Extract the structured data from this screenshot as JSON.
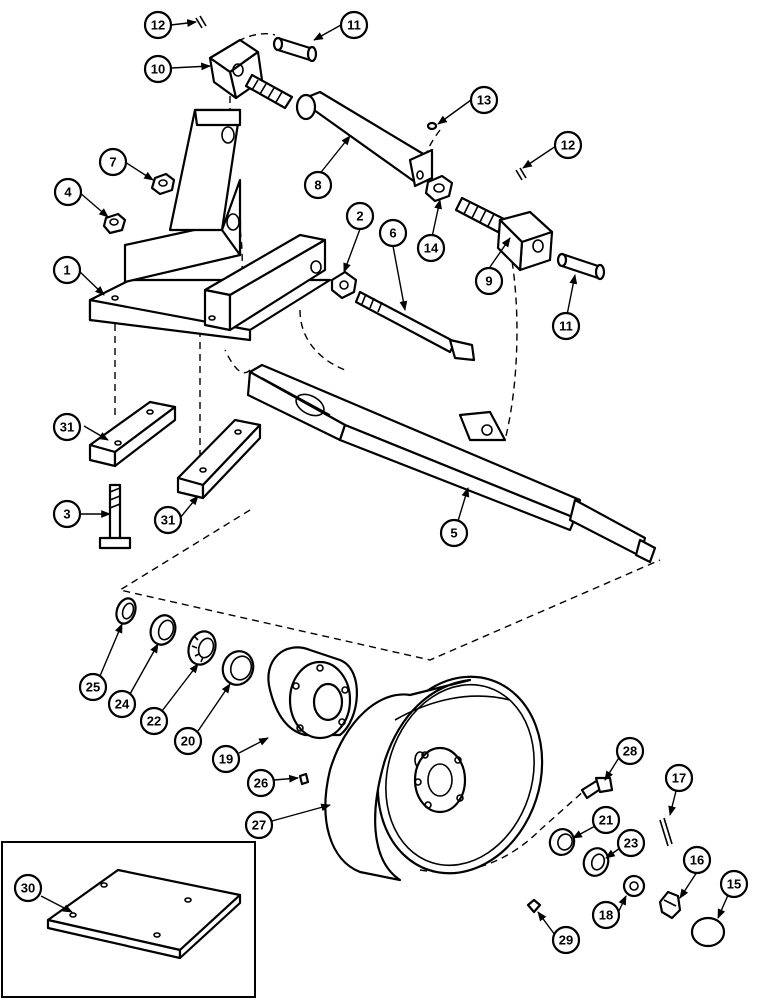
{
  "callouts": {
    "c1": "1",
    "c2": "2",
    "c3": "3",
    "c4": "4",
    "c5": "5",
    "c6": "6",
    "c7": "7",
    "c8": "8",
    "c9": "9",
    "c10": "10",
    "c11a": "11",
    "c11b": "11",
    "c12a": "12",
    "c12b": "12",
    "c13": "13",
    "c14": "14",
    "c15": "15",
    "c16": "16",
    "c17": "17",
    "c18": "18",
    "c19": "19",
    "c20": "20",
    "c21": "21",
    "c22": "22",
    "c23": "23",
    "c24": "24",
    "c25": "25",
    "c26": "26",
    "c27": "27",
    "c28": "28",
    "c29": "29",
    "c30": "30",
    "c31a": "31",
    "c31b": "31"
  }
}
